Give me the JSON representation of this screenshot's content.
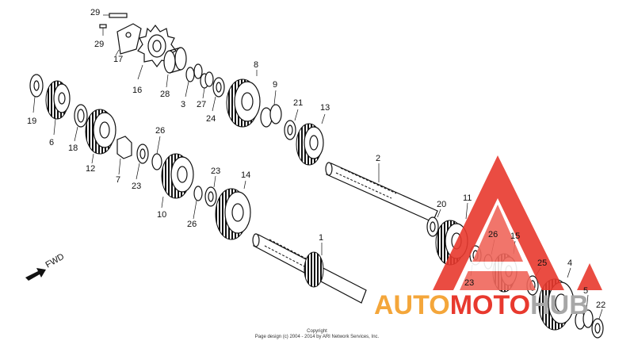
{
  "colors": {
    "logo_red": "#e8392e",
    "logo_orange": "#f4a63a",
    "logo_gray": "#a7a7a7",
    "ink": "#111111"
  },
  "callouts": [
    "29",
    "29",
    "17",
    "16",
    "28",
    "3",
    "27",
    "24",
    "8",
    "9",
    "21",
    "13",
    "19",
    "6",
    "18",
    "12",
    "7",
    "23",
    "26",
    "10",
    "23",
    "14",
    "26",
    "2",
    "1",
    "20",
    "11",
    "23",
    "26",
    "15",
    "25",
    "4",
    "5",
    "22"
  ],
  "fwd_label": "FWD",
  "copyright": {
    "line1": "Copyright",
    "line2": "Page design (c) 2004 - 2014 by ARI Network Services, Inc."
  },
  "watermark": {
    "part1": "AUTO",
    "part2": "MOTO",
    "part3": "HUB",
    "icon": "triangle-logo-icon"
  }
}
